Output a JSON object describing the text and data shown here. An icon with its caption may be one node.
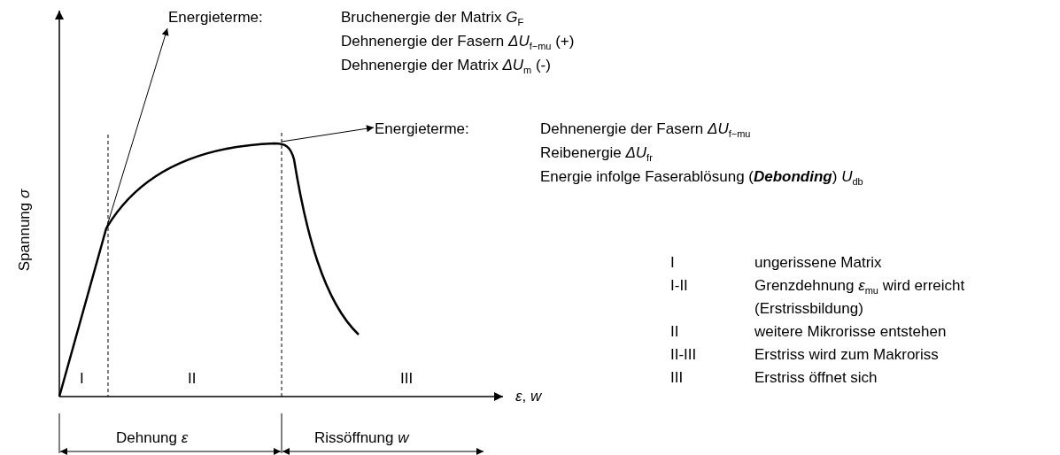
{
  "diagram": {
    "nodes": [
      {
        "text": [
          "Energieterme:",
          "Bruchenergie der Matrix *G*$_{F}$",
          "Dehnenergie der Fasern *ΔU*$_{f−mu}$ (+)",
          "Dehnenergie der Matrix *ΔU*$_{m}$ (-)"
        ]
      },
      {
        "text": [
          "Energieterme:",
          "Dehnenergie der Fasern *ΔU*$_{f−mu}$",
          "Reibenergie *ΔU*$_{fr}$",
          "Energie infolge Faserablösung (**Debonding**) *U*$_{db}$"
        ]
      }
    ],
    "edges": [
      {
        "from": null,
        "to": 0,
        "arrow": "to"
      },
      {
        "from": null,
        "to": 1,
        "arrow": "to"
      }
    ],
    "labels": [
      "Spannung *σ*",
      "I",
      "II",
      "III",
      "*ε*, *w*",
      "Dehnung *ε*",
      "Rissöffnung *w*",
      "I",
      "ungerissene Matrix",
      "I-II",
      "Grenzdehnung *ε*$_{mu}$ wird erreicht (Erstrissbildung)",
      "II",
      "weitere Mikrorisse entstehen",
      "II-III",
      "Erstriss wird zum Makroriss",
      "III",
      "Erstriss öffnet sich"
    ]
  }
}
